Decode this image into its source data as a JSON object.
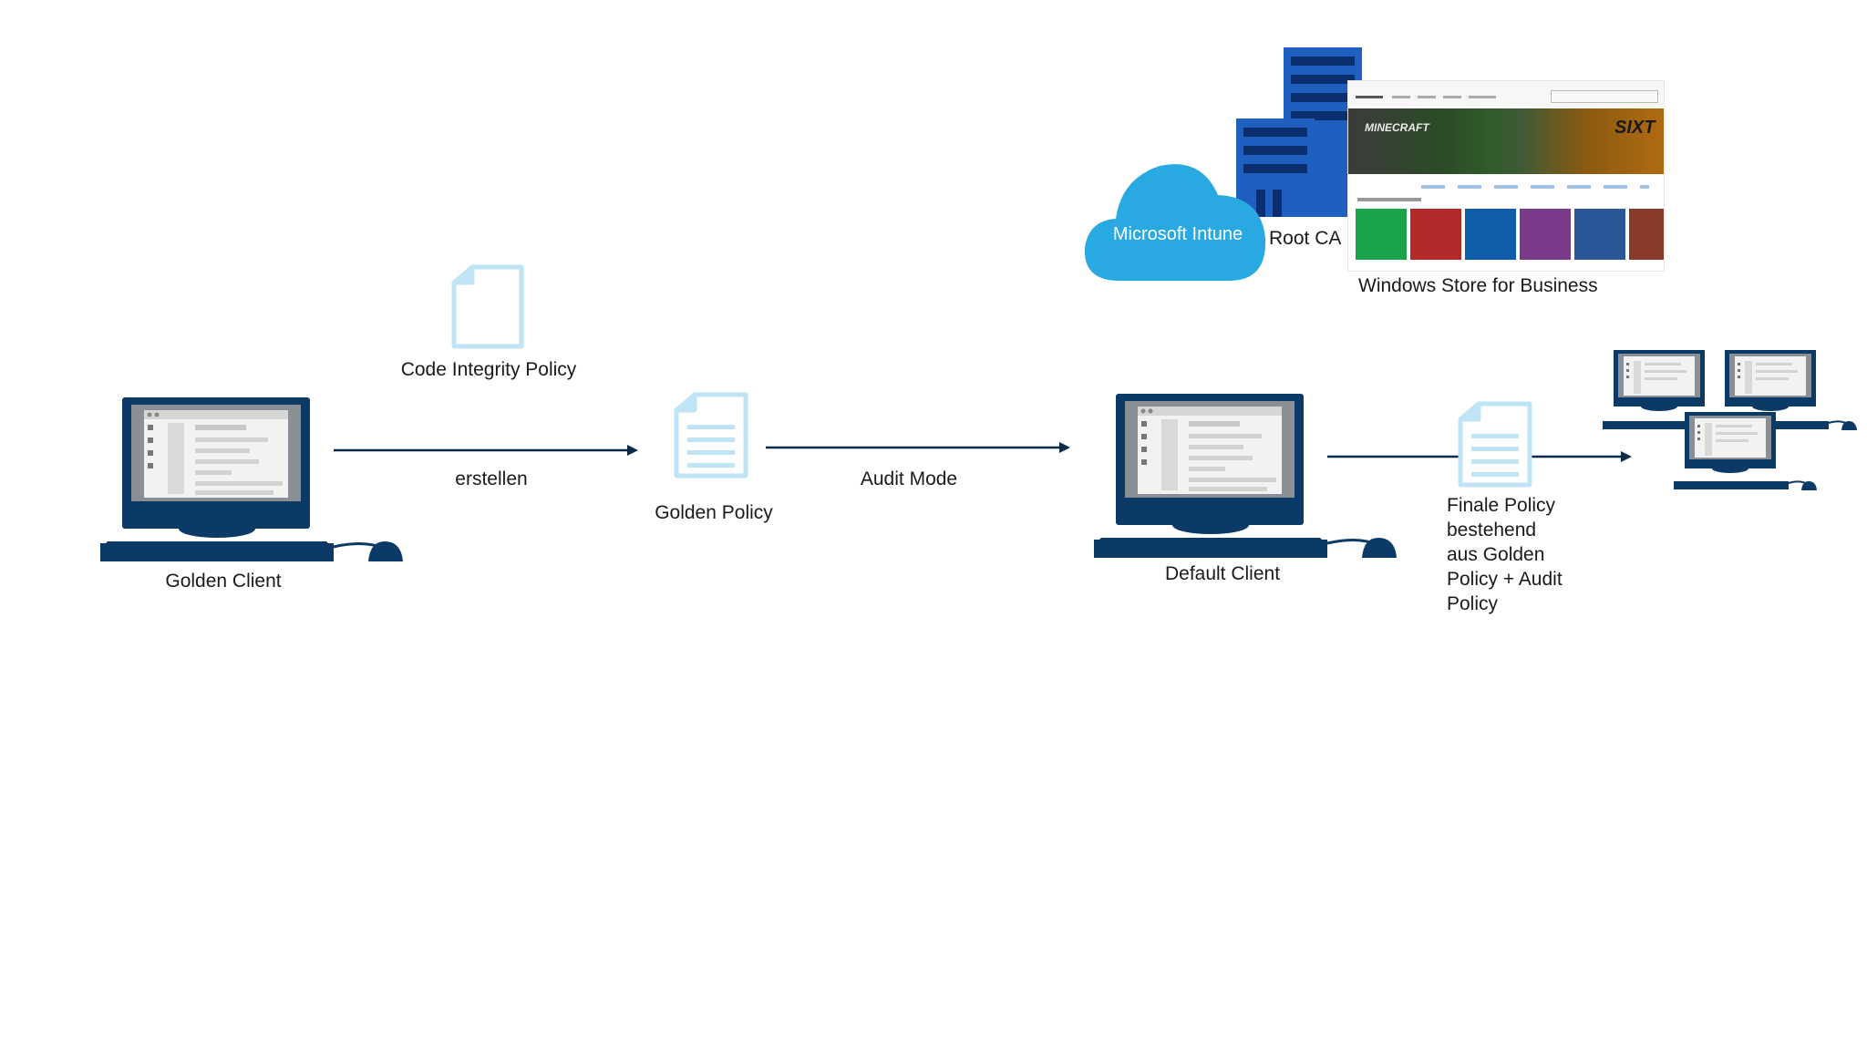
{
  "diagram": {
    "nodes": {
      "golden_client": "Golden Client",
      "code_integrity_policy": "Code Integrity Policy",
      "golden_policy": "Golden Policy",
      "default_client": "Default Client",
      "final_policy": "Finale Policy bestehend aus Golden Policy + Audit Policy",
      "microsoft_intune": "Microsoft Intune",
      "root_ca": "Root CA",
      "windows_store": "Windows Store for Business"
    },
    "edges": {
      "create": "erstellen",
      "audit_mode": "Audit Mode"
    },
    "final_policy_lines": [
      "Finale Policy",
      "bestehend",
      "aus Golden",
      "Policy + Audit",
      "Policy"
    ],
    "store_banner": {
      "minecraft": "MINECRAFT",
      "sixt": "SIXT"
    }
  },
  "colors": {
    "computer_dark": "#0b3a66",
    "arrow": "#0b2a4a",
    "document_light": "#bfe4f5",
    "cloud": "#29a9e1",
    "building": "#1e5fbf"
  }
}
